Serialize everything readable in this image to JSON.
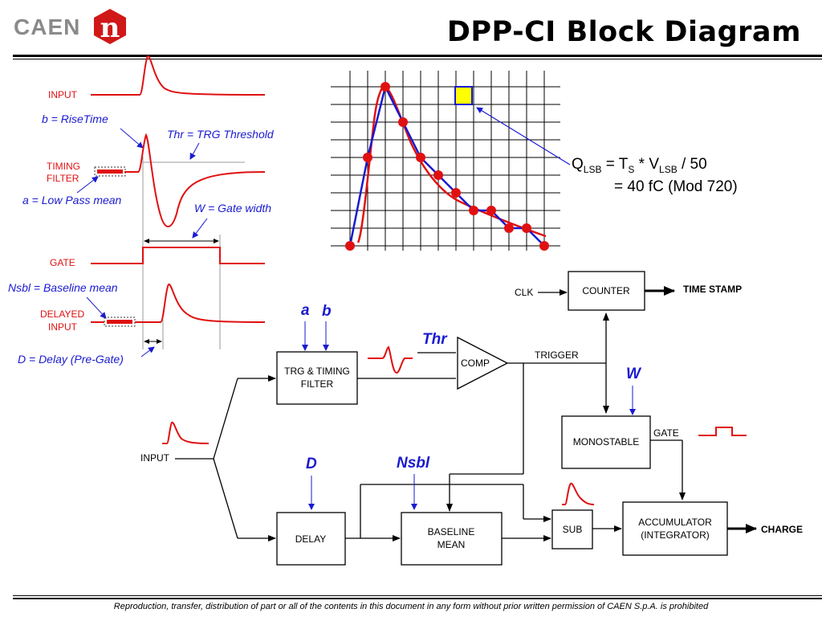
{
  "header": {
    "logo_text": "CAEN",
    "logo_mark": "n",
    "title": "DPP-CI Block Diagram"
  },
  "timing": {
    "input": "INPUT",
    "rise": "b = RiseTime",
    "thr": "Thr = TRG Threshold",
    "timing_filter_1": "TIMING",
    "timing_filter_2": "FILTER",
    "lowpass": "a = Low Pass mean",
    "gate_width": "W = Gate width",
    "gate": "GATE",
    "nsbl": "Nsbl = Baseline mean",
    "delayed_1": "DELAYED",
    "delayed_2": "INPUT",
    "delay": "D = Delay (Pre-Gate)"
  },
  "lsb": {
    "q": "Q",
    "q_sub": "LSB",
    "eq": " = T",
    "t_sub": "S",
    "mul": " * V",
    "v_sub": "LSB",
    "div": " / 50",
    "line2": "= 40 fC (Mod 720)"
  },
  "blocks": {
    "clk": "CLK",
    "counter": "COUNTER",
    "time_stamp": "TIME STAMP",
    "a": "a",
    "b": "b",
    "thr": "Thr",
    "trg_filter_1": "TRG & TIMING",
    "trg_filter_2": "FILTER",
    "comp": "COMP",
    "trigger": "TRIGGER",
    "w": "W",
    "monostable": "MONOSTABLE",
    "gate": "GATE",
    "input": "INPUT",
    "d": "D",
    "nsbl": "Nsbl",
    "delay": "DELAY",
    "baseline_1": "BASELINE",
    "baseline_2": "MEAN",
    "sub": "SUB",
    "acc_1": "ACCUMULATOR",
    "acc_2": "(INTEGRATOR)",
    "charge": "CHARGE"
  },
  "footer": "Reproduction, transfer, distribution of part or all of the contents in this document in any form without prior written permission of  CAEN S.p.A. is prohibited",
  "colors": {
    "signal_red": "#e01010",
    "annotation_blue": "#1a1ad0",
    "highlight_yellow": "#ffff00",
    "rule_black": "#000000"
  }
}
